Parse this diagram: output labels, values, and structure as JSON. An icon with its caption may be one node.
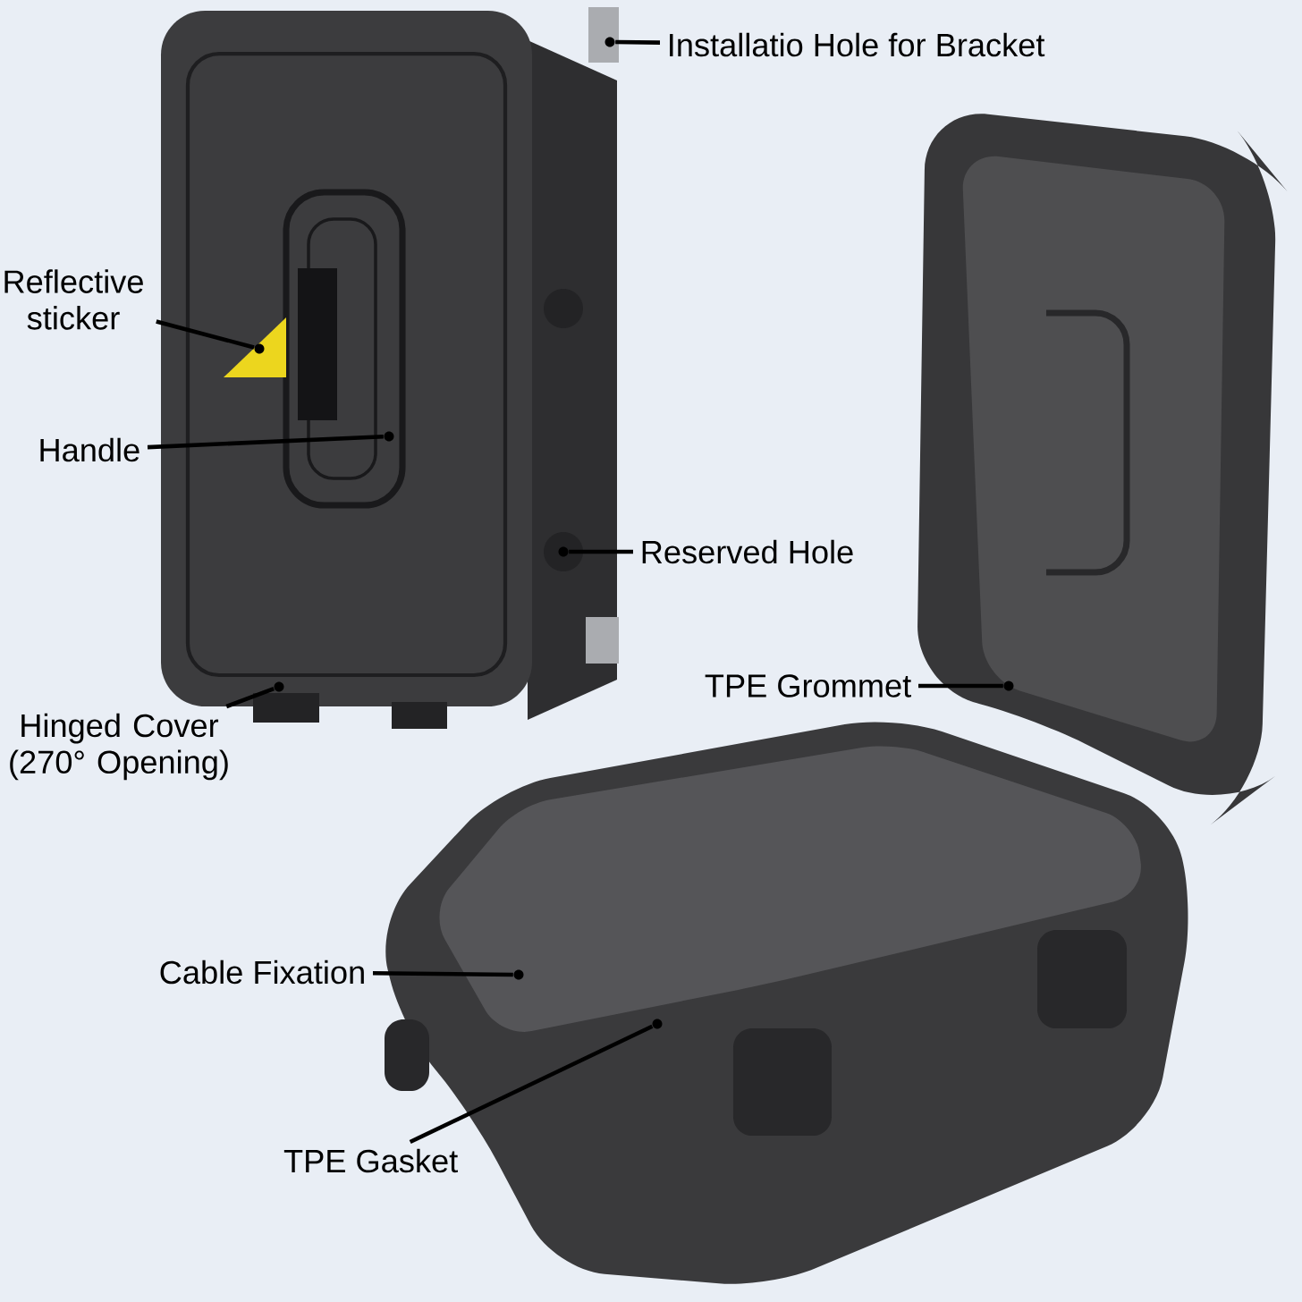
{
  "diagram": {
    "nodes": [
      {
        "text": [
          "Installatio Hole for Bracket"
        ]
      },
      {
        "text": [],
        "shape": "circle"
      },
      {
        "text": [
          "Reflective sticker"
        ]
      },
      {
        "text": [],
        "shape": "circle"
      },
      {
        "text": [
          "Handle"
        ]
      },
      {
        "text": [],
        "shape": "circle"
      },
      {
        "text": [
          "Reserved Hole"
        ]
      },
      {
        "text": [],
        "shape": "circle"
      },
      {
        "text": [
          "Hinged Cover (270° Opening)"
        ]
      },
      {
        "text": [],
        "shape": "circle"
      },
      {
        "text": [
          "TPE Grommet"
        ]
      },
      {
        "text": [],
        "shape": "circle"
      },
      {
        "text": [
          "Cable Fixation"
        ]
      },
      {
        "text": [],
        "shape": "circle"
      },
      {
        "text": [
          "TPE Gasket"
        ]
      },
      {
        "text": [],
        "shape": "circle"
      }
    ],
    "edges": [
      {
        "from": 0,
        "to": 1,
        "arrow": "none"
      },
      {
        "from": 2,
        "to": 3,
        "arrow": "none"
      },
      {
        "from": 4,
        "to": 5,
        "arrow": "none"
      },
      {
        "from": 6,
        "to": 7,
        "arrow": "none"
      },
      {
        "from": 8,
        "to": 9,
        "arrow": "none"
      },
      {
        "from": 10,
        "to": 11,
        "arrow": "none"
      },
      {
        "from": 12,
        "to": 13,
        "arrow": "none"
      },
      {
        "from": 14,
        "to": 15,
        "arrow": "none"
      }
    ]
  }
}
